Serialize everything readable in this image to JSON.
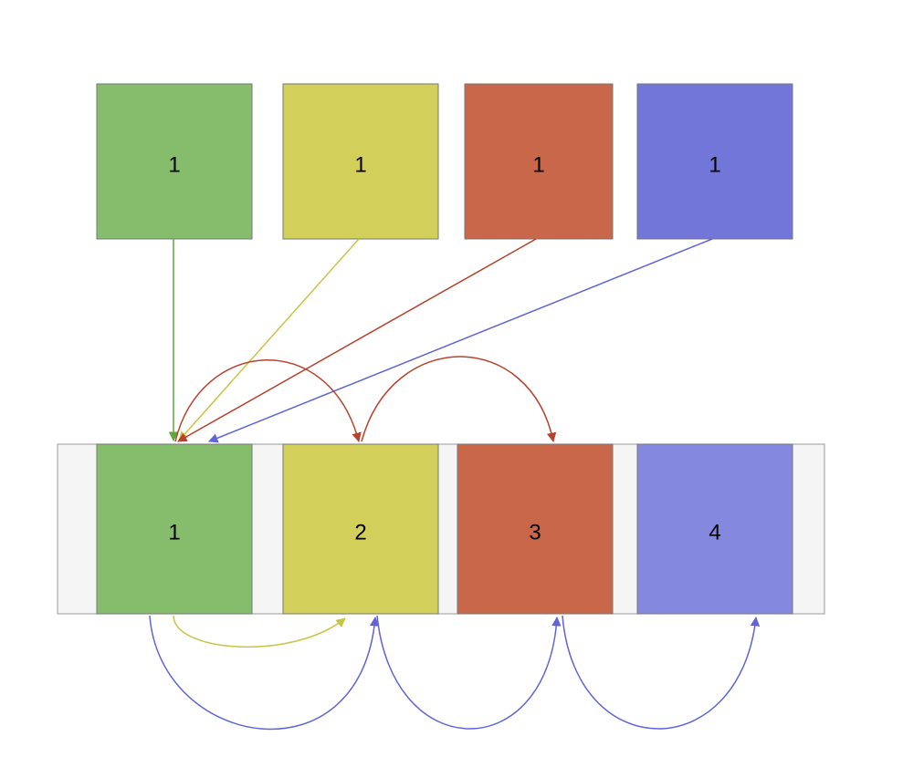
{
  "colors": {
    "green": "#86bd6d",
    "yellow": "#d3cf5b",
    "red": "#c8674a",
    "blue_top": "#7176d8",
    "blue_bottom": "#8489df",
    "container": "#f5f5f5",
    "box_border": "#777777",
    "arrow_green": "#5fa83f",
    "arrow_yellow": "#c9c445",
    "arrow_red": "#b8422c",
    "arrow_blue": "#6064d6"
  },
  "top_boxes": [
    {
      "label": "1",
      "color": "green"
    },
    {
      "label": "1",
      "color": "yellow"
    },
    {
      "label": "1",
      "color": "red"
    },
    {
      "label": "1",
      "color": "blue_top"
    }
  ],
  "bottom_boxes": [
    {
      "label": "1",
      "color": "green"
    },
    {
      "label": "2",
      "color": "yellow"
    },
    {
      "label": "3",
      "color": "red"
    },
    {
      "label": "4",
      "color": "blue_bottom"
    }
  ]
}
